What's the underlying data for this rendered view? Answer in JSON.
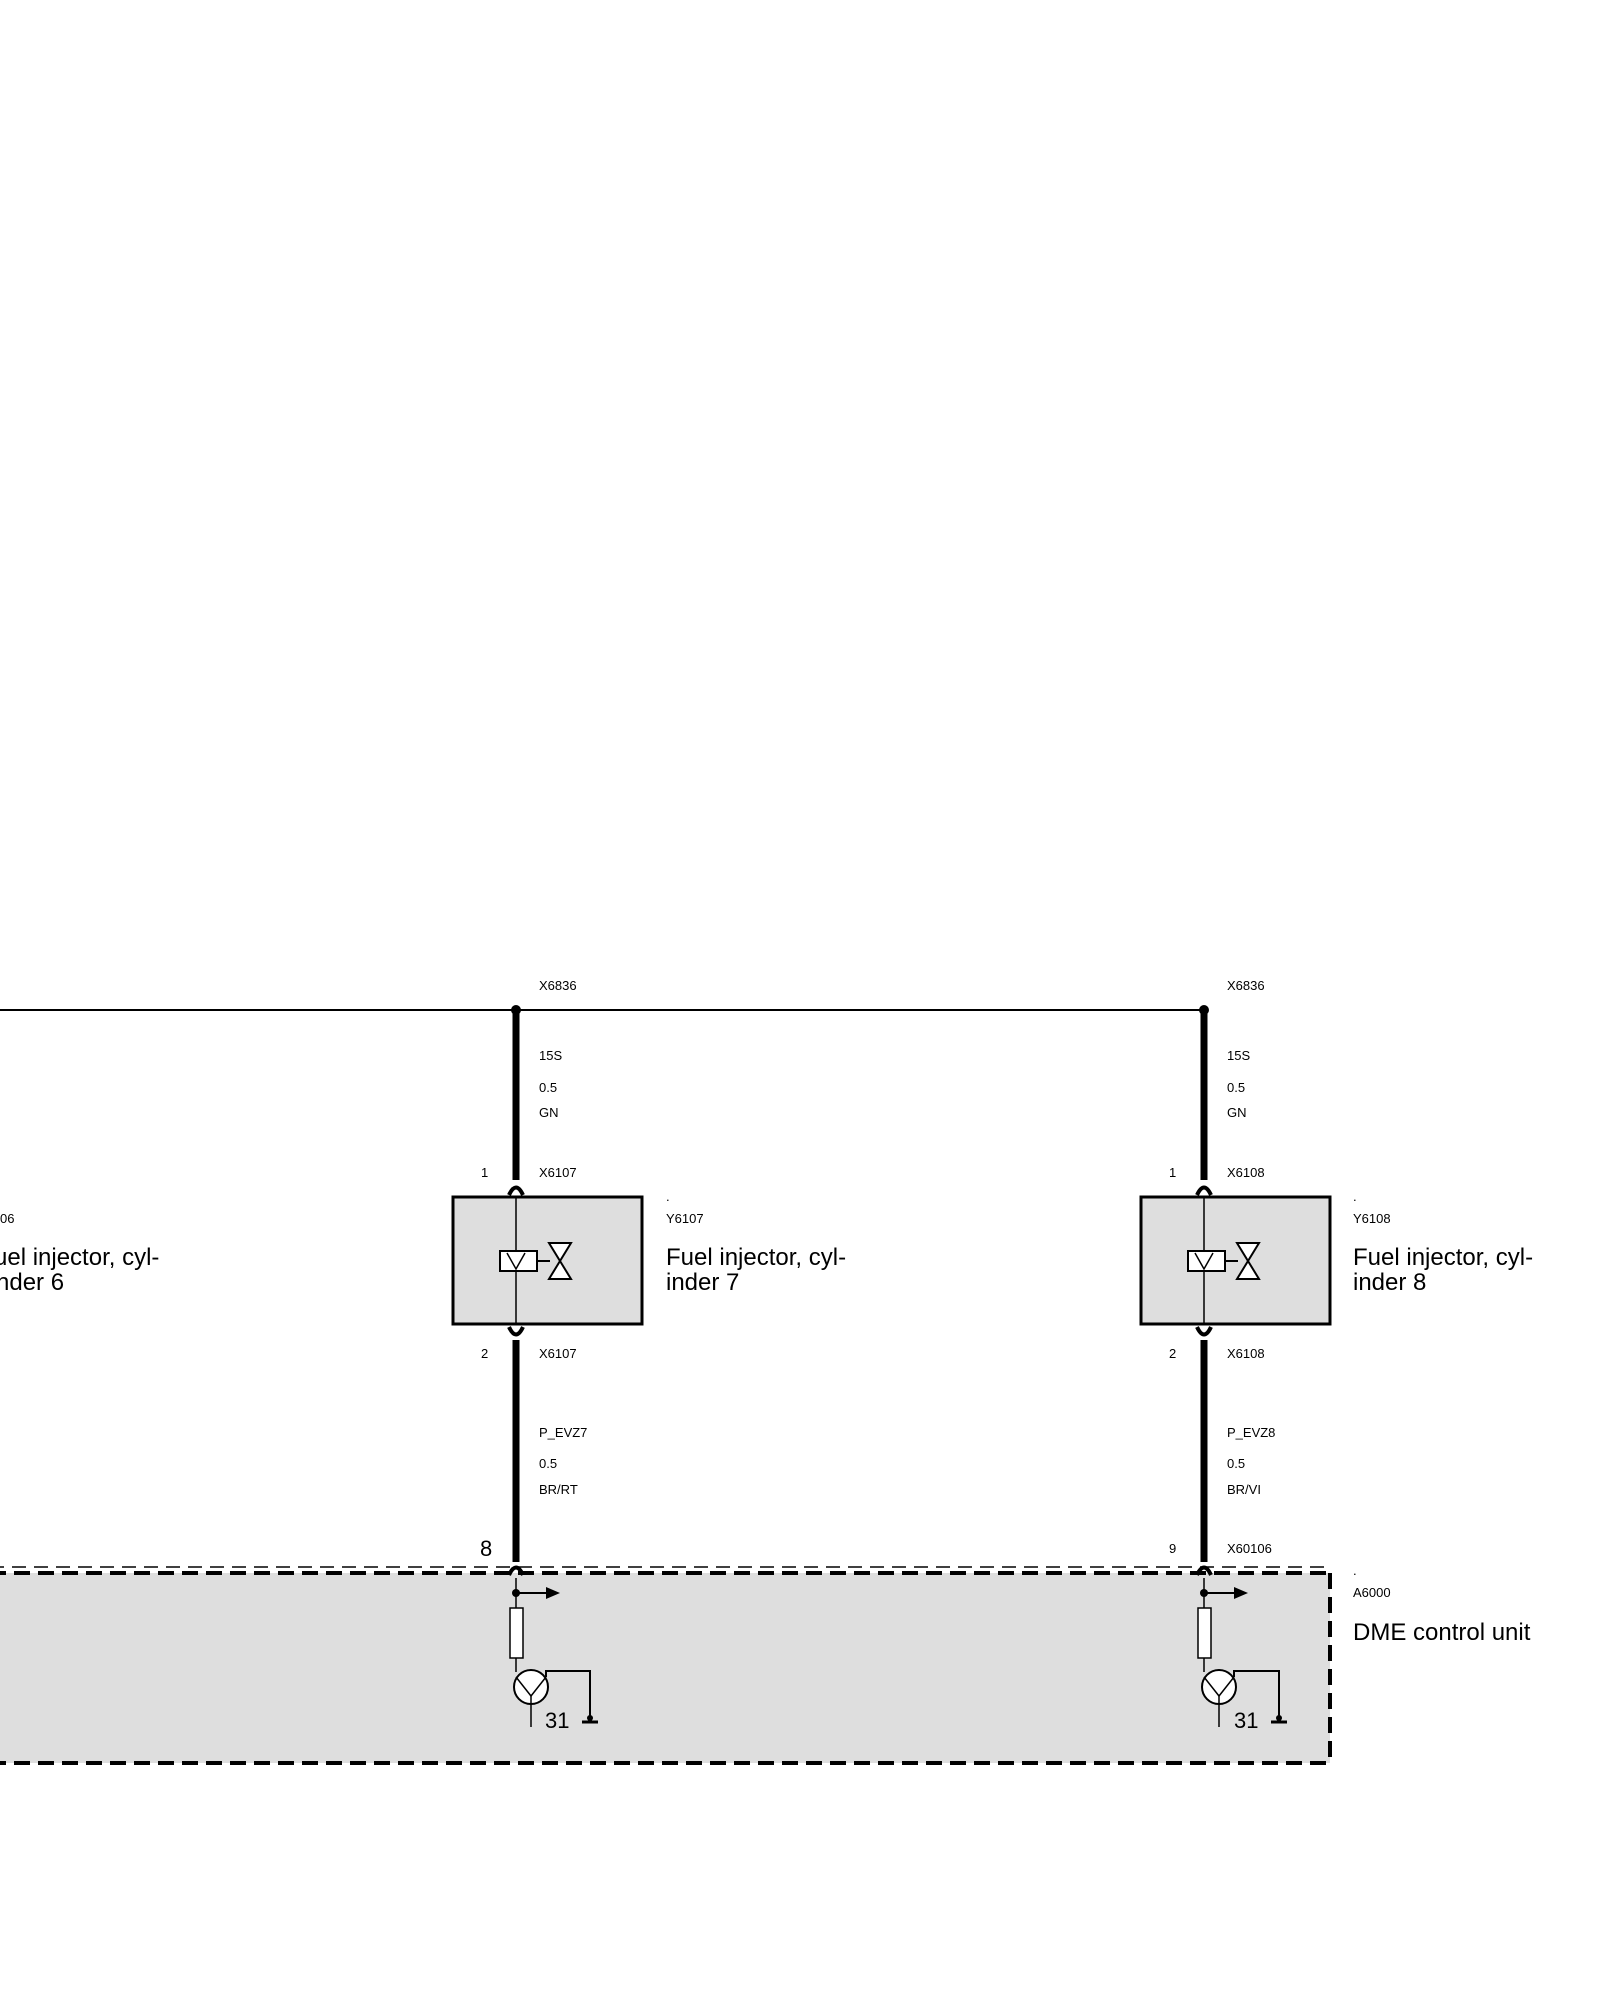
{
  "connector_top": "X6836",
  "injectors": [
    {
      "component_id": "Y6107",
      "name_line1": "Fuel injector, cyl-",
      "name_line2": "inder 7",
      "connector": "X6107",
      "pin_top": "1",
      "pin_bottom": "2",
      "wire_top": {
        "signal": "15S",
        "size": "0.5",
        "color": "GN"
      },
      "wire_bottom": {
        "signal": "P_EVZ7",
        "size": "0.5",
        "color": "BR/RT"
      },
      "dme_pin": "8",
      "ground": "31"
    },
    {
      "component_id": "Y6108",
      "name_line1": "Fuel injector, cyl-",
      "name_line2": "inder 8",
      "connector": "X6108",
      "pin_top": "1",
      "pin_bottom": "2",
      "wire_top": {
        "signal": "15S",
        "size": "0.5",
        "color": "GN"
      },
      "wire_bottom": {
        "signal": "P_EVZ8",
        "size": "0.5",
        "color": "BR/VI"
      },
      "dme_pin": "9",
      "dme_connector": "X60106",
      "ground": "31"
    }
  ],
  "partial_injector": {
    "component_id_fragment": "06",
    "name_line1": "uel injector, cyl-",
    "name_line2": "nder 6"
  },
  "dme": {
    "component_id": "A6000",
    "name": "DME control unit"
  }
}
